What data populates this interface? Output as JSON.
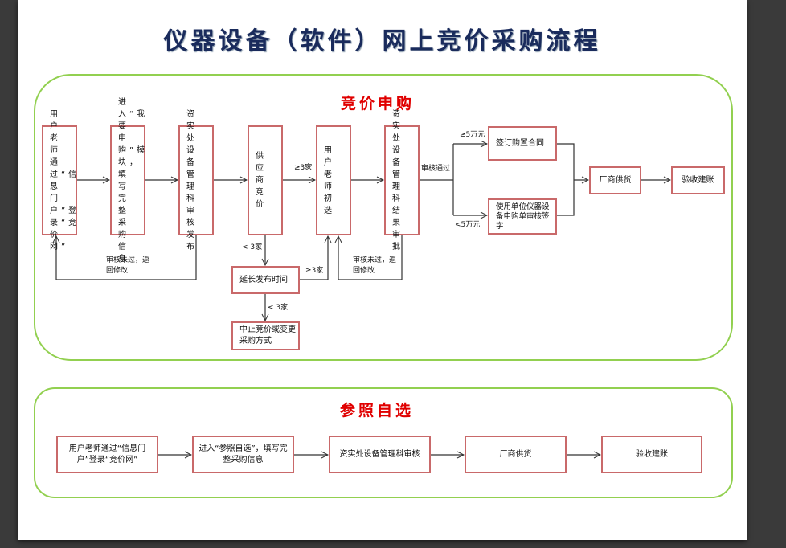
{
  "title": "仪器设备（软件）网上竞价采购流程",
  "bidding": {
    "heading": "竞价申购",
    "steps": [
      "用户老师通过“信息门户”登录“竞价网”",
      "进入“我要申购”模块，填写完整采购信息",
      "资实处设备管理科审核发布",
      "供应商竞价",
      "用户老师初选",
      "资实处设备管理科结果审批"
    ],
    "contract": "签订购置合同",
    "unit_sign": "使用单位仪器设备申购单审核签字",
    "supply": "厂商供货",
    "accept": "验收建账",
    "extend": "延长发布时间",
    "stop": "中止竞价或变更采购方式",
    "labels": {
      "reject1": "审核未过，返回修改",
      "reject2": "审核未过，返回修改",
      "ge3_a": "≥3家",
      "lt3_a": "< 3家",
      "ge3_b": "≥3家",
      "lt3_b": "< 3家",
      "approved": "审核通过",
      "ge5": "≥5万元",
      "lt5": "<5万元"
    }
  },
  "reference": {
    "heading": "参照自选",
    "steps": [
      "用户老师通过“信息门户”登录“竞价网”",
      "进入“参照自选”，填写完整采购信息",
      "资实处设备管理科审核",
      "厂商供货",
      "验收建账"
    ]
  }
}
